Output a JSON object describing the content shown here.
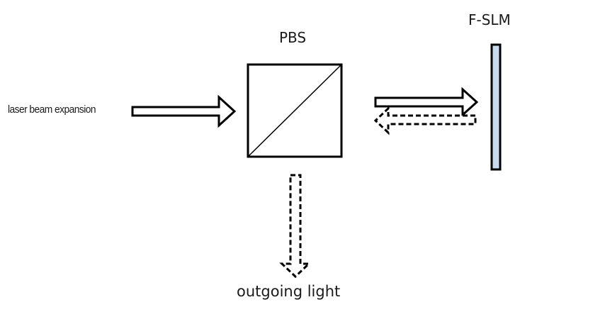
{
  "labels": {
    "input": "laser beam expansion",
    "beam_splitter": "PBS",
    "modulator": "F-SLM",
    "output": "outgoing light"
  },
  "colors": {
    "stroke": "#000000",
    "text": "#1a1a1a",
    "slm_fill": "#c9d9ee",
    "background": "#ffffff"
  }
}
